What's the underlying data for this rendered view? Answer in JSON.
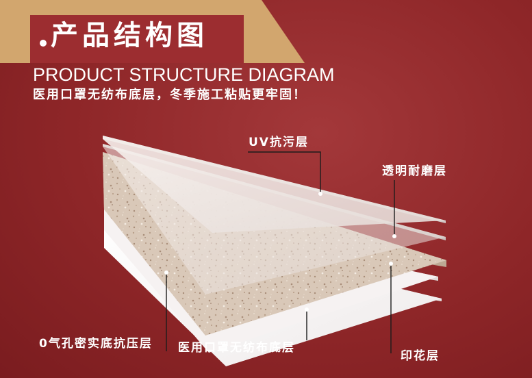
{
  "header": {
    "title": "产品结构图",
    "subtitle_en": "PRODUCT STRUCTURE DIAGRAM",
    "subtitle_cn": "医用口罩无纺布底层，冬季施工粘贴更牢固！"
  },
  "layers": {
    "uv": "UV抗污层",
    "wear": "透明耐磨层",
    "print": "印花层",
    "base": "0气孔密实底抗压层",
    "fabric": "医用口罩无纺布底层"
  },
  "colors": {
    "background": "#8e2628",
    "accent_tab": "#d2a66e",
    "stone": "#d9c7b6"
  }
}
